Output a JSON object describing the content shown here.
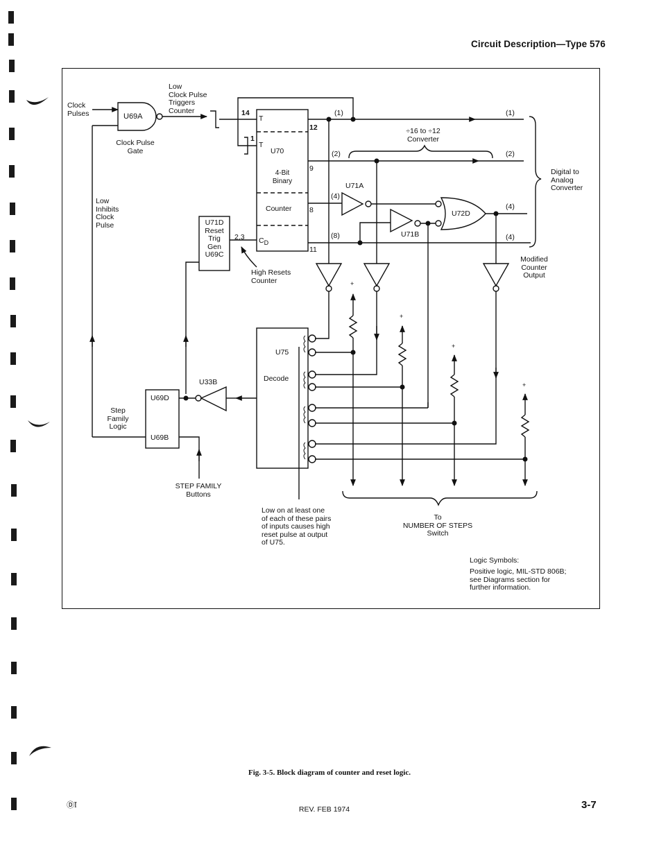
{
  "header": {
    "title": "Circuit Description—Type 576"
  },
  "diagram": {
    "labels": {
      "clock_pulses": "Clock\nPulses",
      "u69a": "U69A",
      "clock_pulse_gate": "Clock Pulse\nGate",
      "low_clock_pulse_triggers": "Low\nClock Pulse\nTriggers\nCounter",
      "low_inhibits": "Low\nInhibits\nClock\nPulse",
      "pin_14": "14",
      "pin_1": "1",
      "pin_12": "12",
      "pin_9": "9",
      "pin_8": "8",
      "pin_11": "11",
      "pin_23": "2,3",
      "u70_t1": "T",
      "u70_t2": "T",
      "u70_name": "U70",
      "u70_desc": "4-Bit\nBinary",
      "u70_counter": "Counter",
      "u70_cd": "C",
      "u70_cd_sub": "D",
      "u71d_block": "U71D\nReset\nTrig\nGen\nU69C",
      "high_resets": "High Resets\nCounter",
      "w1_left": "(1)",
      "w2_left": "(2)",
      "w4_left": "(4)",
      "w8_left": "(8)",
      "w1_right": "(1)",
      "w2_right": "(2)",
      "w4a_right": "(4)",
      "w4b_right": "(4)",
      "converter": "÷16 to ÷12\nConverter",
      "dac": "Digital to\nAnalog\nConverter",
      "u71a": "U71A",
      "u71b": "U71B",
      "u72d": "U72D",
      "modified_output": "Modified\nCounter\nOutput",
      "u75_name": "U75",
      "u75_desc": "Decode",
      "u33b": "U33B",
      "u69d": "U69D",
      "u69b": "U69B",
      "step_family_logic": "Step\nFamily\nLogic",
      "step_family_buttons_1": "STEP FAMILY",
      "step_family_buttons_2": "Buttons",
      "low_on_pairs": "Low on at least one\nof each of these pairs\nof inputs causes high\nreset pulse at output\nof U75.",
      "to_steps_1": "To",
      "to_steps_2": "NUMBER OF STEPS",
      "to_steps_3": "Switch",
      "plus": "+",
      "logic_symbols_title": "Logic Symbols:",
      "logic_symbols_text": "Positive logic, MIL-STD 806B;\nsee Diagrams section for\nfurther information."
    }
  },
  "caption": "Fig. 3-5.  Block diagram of counter and reset logic.",
  "footer": {
    "logo": "ⒹĪ",
    "revision": "REV. FEB 1974",
    "page_number": "3-7"
  }
}
